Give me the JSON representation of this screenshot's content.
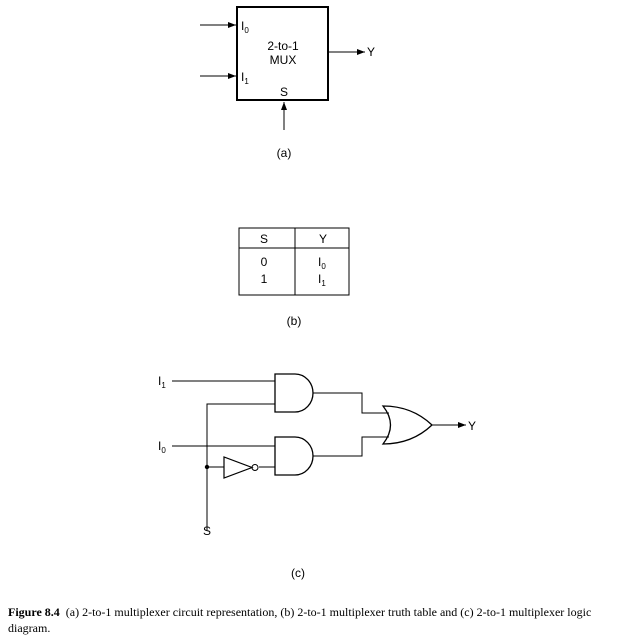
{
  "part_a": {
    "input_0": "I",
    "input_0_sub": "0",
    "input_1": "I",
    "input_1_sub": "1",
    "block_line1": "2-to-1",
    "block_line2": "MUX",
    "select": "S",
    "output": "Y",
    "label": "(a)"
  },
  "part_b": {
    "headers": [
      "S",
      "Y"
    ],
    "rows": [
      {
        "s": "0",
        "y": "I",
        "y_sub": "0"
      },
      {
        "s": "1",
        "y": "I",
        "y_sub": "1"
      }
    ],
    "label": "(b)"
  },
  "part_c": {
    "input_1": "I",
    "input_1_sub": "1",
    "input_0": "I",
    "input_0_sub": "0",
    "select": "S",
    "output": "Y",
    "label": "(c)"
  },
  "caption": {
    "prefix": "Figure 8.4",
    "text": "(a) 2-to-1 multiplexer circuit representation, (b) 2-to-1 multiplexer truth table and (c) 2-to-1 multiplexer logic diagram."
  }
}
